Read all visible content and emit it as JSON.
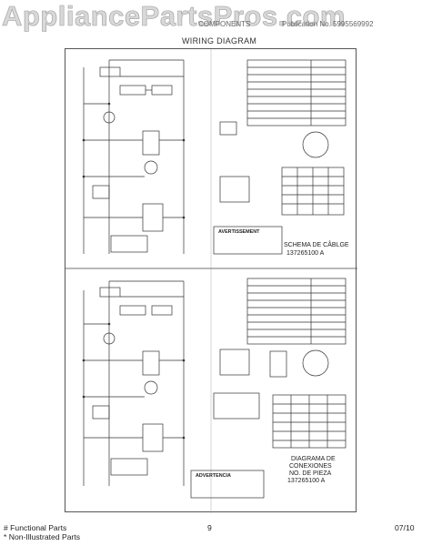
{
  "watermark": "AppliancePartsPros.com",
  "header": {
    "model_label": "COMPONENTS",
    "publication": "Publication No. 5995569992",
    "title": "WIRING DIAGRAM"
  },
  "sheet": {
    "upper_part_number_label": "SCHEMA DE CÂBLGE",
    "upper_part_number": "137265100 A",
    "lower_caption_1": "DIAGRAMA DE",
    "lower_caption_2": "CONEXIONES",
    "lower_caption_3": "NO. DE PIEZA",
    "lower_part_number": "137265100 A",
    "warning_1": "AVERTISSEMENT",
    "warning_2": "ADVERTENCIA"
  },
  "footer": {
    "functional_parts": "# Functional Parts",
    "non_illustrated": "* Non-Illustrated Parts",
    "page_number": "9",
    "date": "07/10"
  }
}
